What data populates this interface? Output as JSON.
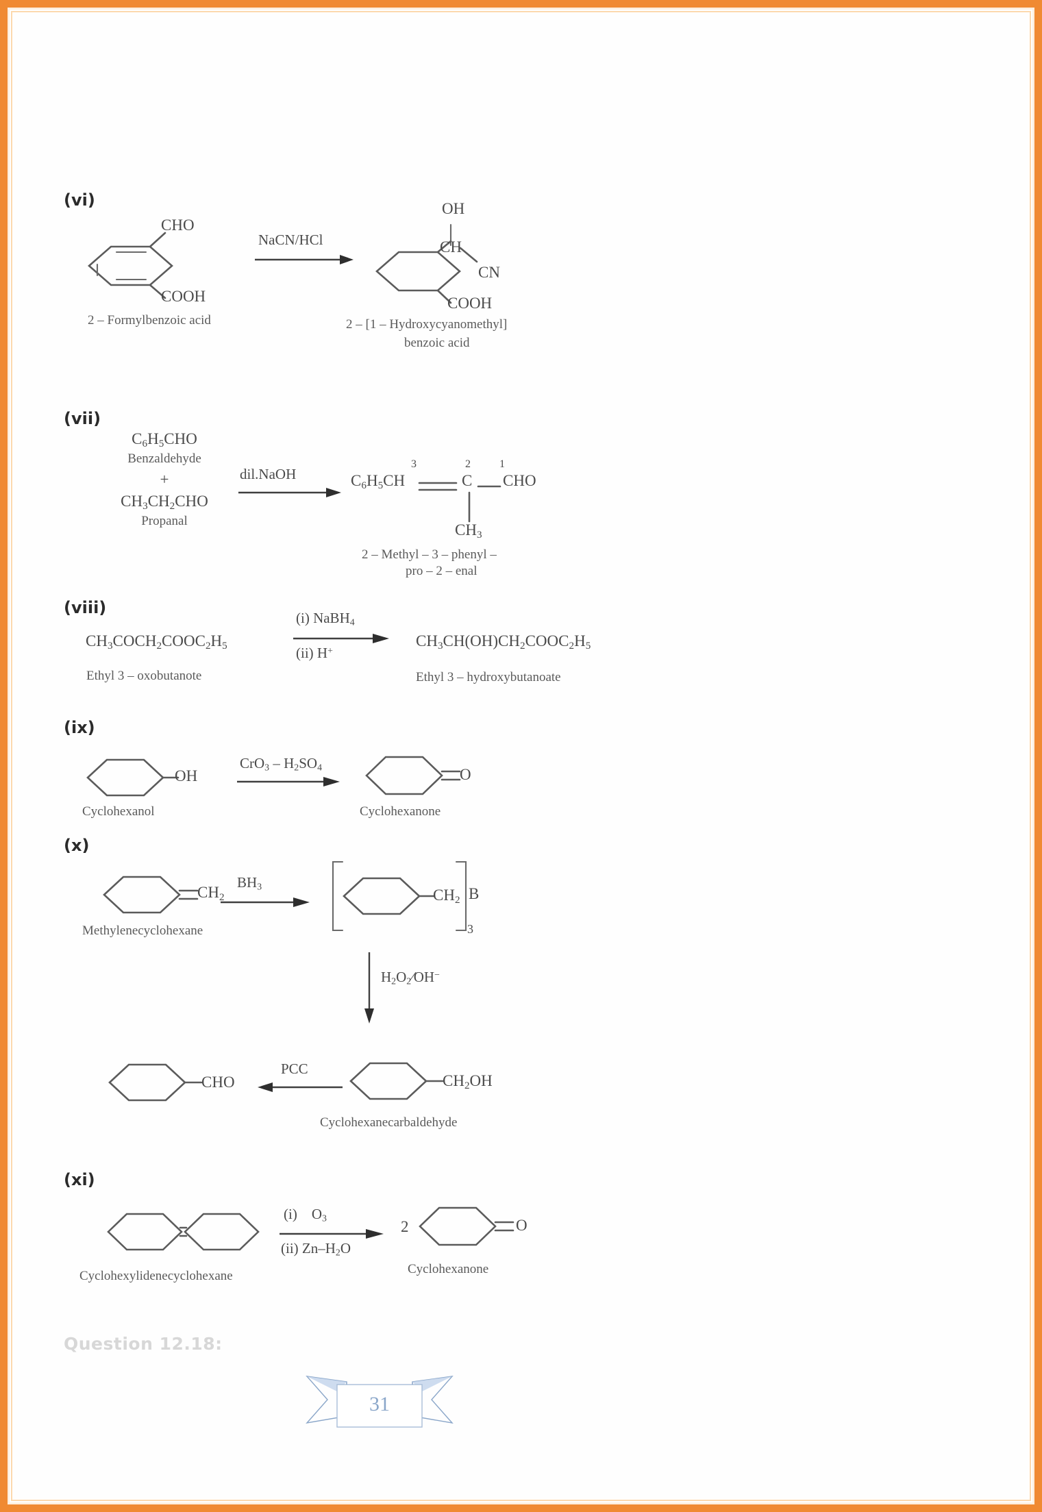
{
  "page": {
    "number": "31",
    "border_color": "#f08a33",
    "background": "#ffffff"
  },
  "question_heading": "Question 12.18:",
  "sections": [
    {
      "label": "(vi)",
      "reactant_groups": [
        "CHO",
        "COOH"
      ],
      "reactant_name": "2 – Formylbenzoic acid",
      "reagent": "NaCN/HCl",
      "product_groups": [
        "OH",
        "CH",
        "CN",
        "COOH"
      ],
      "product_name_line1": "2 – [1 – Hydroxycyanomethyl]",
      "product_name_line2": "benzoic acid"
    },
    {
      "label": "(vii)",
      "reactant1_formula": "C6H5CHO",
      "reactant1_name": "Benzaldehyde",
      "plus": "+",
      "reactant2_formula": "CH3CH2CHO",
      "reactant2_name": "Propanal",
      "reagent": "dil.NaOH",
      "product_locants": {
        "c3": "3",
        "c2": "2",
        "c1": "1"
      },
      "product_formula_parts": [
        "C6H5CH",
        "=",
        "C",
        "—",
        "CHO"
      ],
      "product_branch": "CH3",
      "product_name_line1": "2 – Methyl – 3 – phenyl –",
      "product_name_line2": "pro – 2 – enal"
    },
    {
      "label": "(viii)",
      "reactant_formula": "CH3COCH2COOC2H5",
      "reactant_name": "Ethyl 3 – oxobutanote",
      "reagent_top": "(i) NaBH4",
      "reagent_bottom": "(ii) H+",
      "product_formula": "CH3CH(OH)CH2COOC2H5",
      "product_name": "Ethyl 3 – hydroxybutanoate"
    },
    {
      "label": "(ix)",
      "reactant_group": "OH",
      "reactant_name": "Cyclohexanol",
      "reagent": "CrO3 – H2SO4",
      "product_group": "O",
      "product_name": "Cyclohexanone"
    },
    {
      "label": "(x)",
      "reactant_group": "CH2",
      "reactant_name": "Methylenecyclohexane",
      "reagent_step1": "BH3",
      "intermediate_group": "CH2",
      "intermediate_boron": "B",
      "intermediate_subscript": "3",
      "reagent_step2": "H2O2/OH−",
      "alcohol_group": "CH2OH",
      "alcohol_name": "Cyclohexanecarbaldehyde",
      "reagent_step3": "PCC",
      "aldehyde_group": "CHO"
    },
    {
      "label": "(xi)",
      "reactant_name": "Cyclohexylidenecyclohexane",
      "reagent_top": "(i)    O3",
      "reagent_bottom": "(ii) Zn–H2O",
      "product_coefficient": "2",
      "product_group": "O",
      "product_name": "Cyclohexanone"
    }
  ]
}
